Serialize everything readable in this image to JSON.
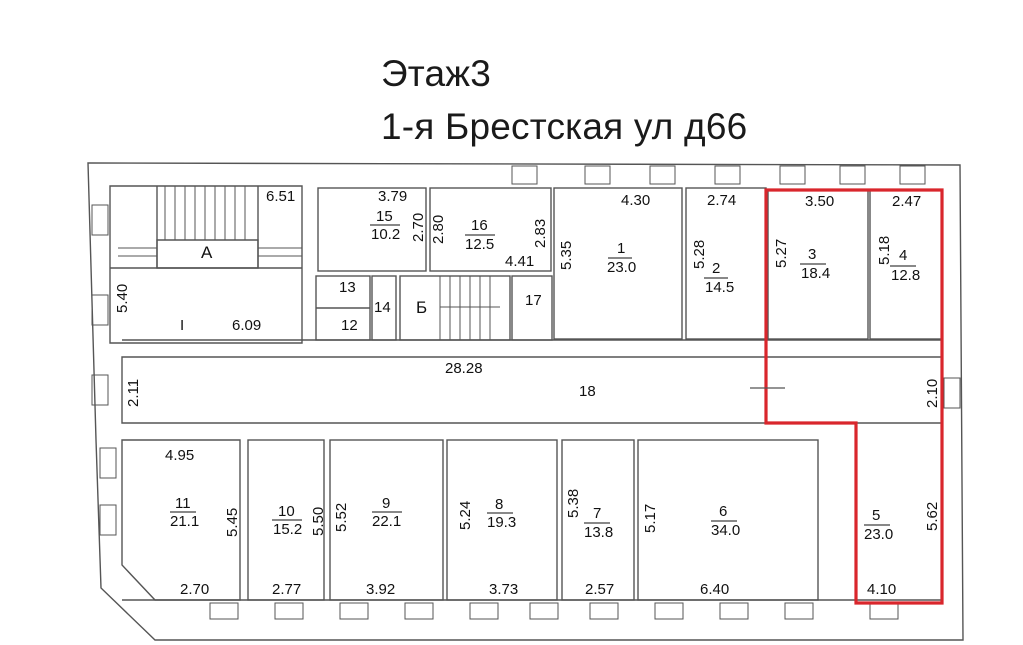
{
  "header": {
    "floor": "Этаж3",
    "address": "1-я Брестская ул д66"
  },
  "colors": {
    "wall": "#555555",
    "highlight": "#d9262c",
    "background": "#ffffff"
  },
  "stairs": {
    "A": {
      "label": "А",
      "label_i": "I",
      "dim_top": "6.51",
      "dim_side": "5.40",
      "dim_bottom": "6.09"
    },
    "B": {
      "label": "Б"
    }
  },
  "rooms": {
    "r1": {
      "num": "1",
      "area": "23.0",
      "dim_w": "4.30",
      "dim_h": "5.35"
    },
    "r2": {
      "num": "2",
      "area": "14.5",
      "dim_w": "2.74",
      "dim_h": "5.28"
    },
    "r3": {
      "num": "3",
      "area": "18.4",
      "dim_w": "3.50",
      "dim_h": "5.27"
    },
    "r4": {
      "num": "4",
      "area": "12.8",
      "dim_w": "2.47",
      "dim_h": "5.18"
    },
    "r5": {
      "num": "5",
      "area": "23.0",
      "dim_w": "4.10",
      "dim_h": "5.62"
    },
    "r6": {
      "num": "6",
      "area": "34.0",
      "dim_w": "6.40",
      "dim_h": "5.17"
    },
    "r7": {
      "num": "7",
      "area": "13.8",
      "dim_w": "2.57",
      "dim_h": "5.38"
    },
    "r8": {
      "num": "8",
      "area": "19.3",
      "dim_w": "3.73",
      "dim_h": "5.24"
    },
    "r9": {
      "num": "9",
      "area": "22.1",
      "dim_w": "3.92",
      "dim_h": "5.52"
    },
    "r10": {
      "num": "10",
      "area": "15.2",
      "dim_w": "2.77",
      "dim_h": "5.50"
    },
    "r11": {
      "num": "11",
      "area": "21.1",
      "dim_w_top": "4.95",
      "dim_w_bottom": "2.70",
      "dim_h": "5.45"
    },
    "r12": {
      "num": "12"
    },
    "r13": {
      "num": "13"
    },
    "r14": {
      "num": "14"
    },
    "r15": {
      "num": "15",
      "area": "10.2",
      "dim_w": "3.79",
      "dim_h": "2.70"
    },
    "r16": {
      "num": "16",
      "area": "12.5",
      "dim_w": "4.41",
      "dim_h_left": "2.80",
      "dim_h_right": "2.83"
    },
    "r17": {
      "num": "17"
    },
    "r18": {
      "num": "18",
      "dim_length": "28.28",
      "dim_w_left": "2.11",
      "dim_w_right": "2.10"
    }
  }
}
